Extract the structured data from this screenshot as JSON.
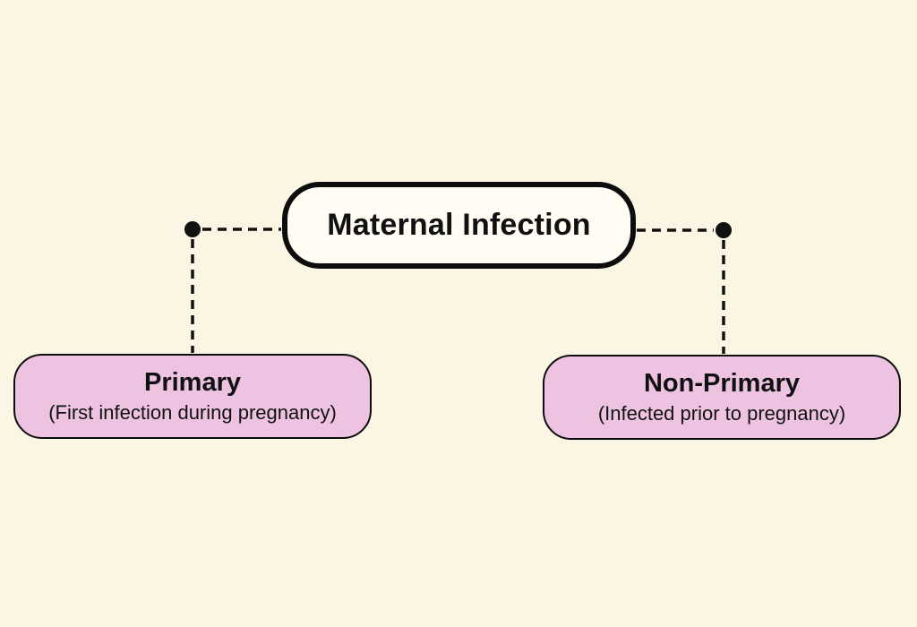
{
  "diagram": {
    "root": {
      "label": "Maternal Infection"
    },
    "children": [
      {
        "title": "Primary",
        "subtitle": "(First infection during pregnancy)"
      },
      {
        "title": "Non-Primary",
        "subtitle": "(Infected prior to pregnancy)"
      }
    ],
    "colors": {
      "background": "#FBF6E4",
      "root_fill": "#FEFCF3",
      "child_fill": "#EDC3E1",
      "line_and_text": "#111111"
    }
  }
}
